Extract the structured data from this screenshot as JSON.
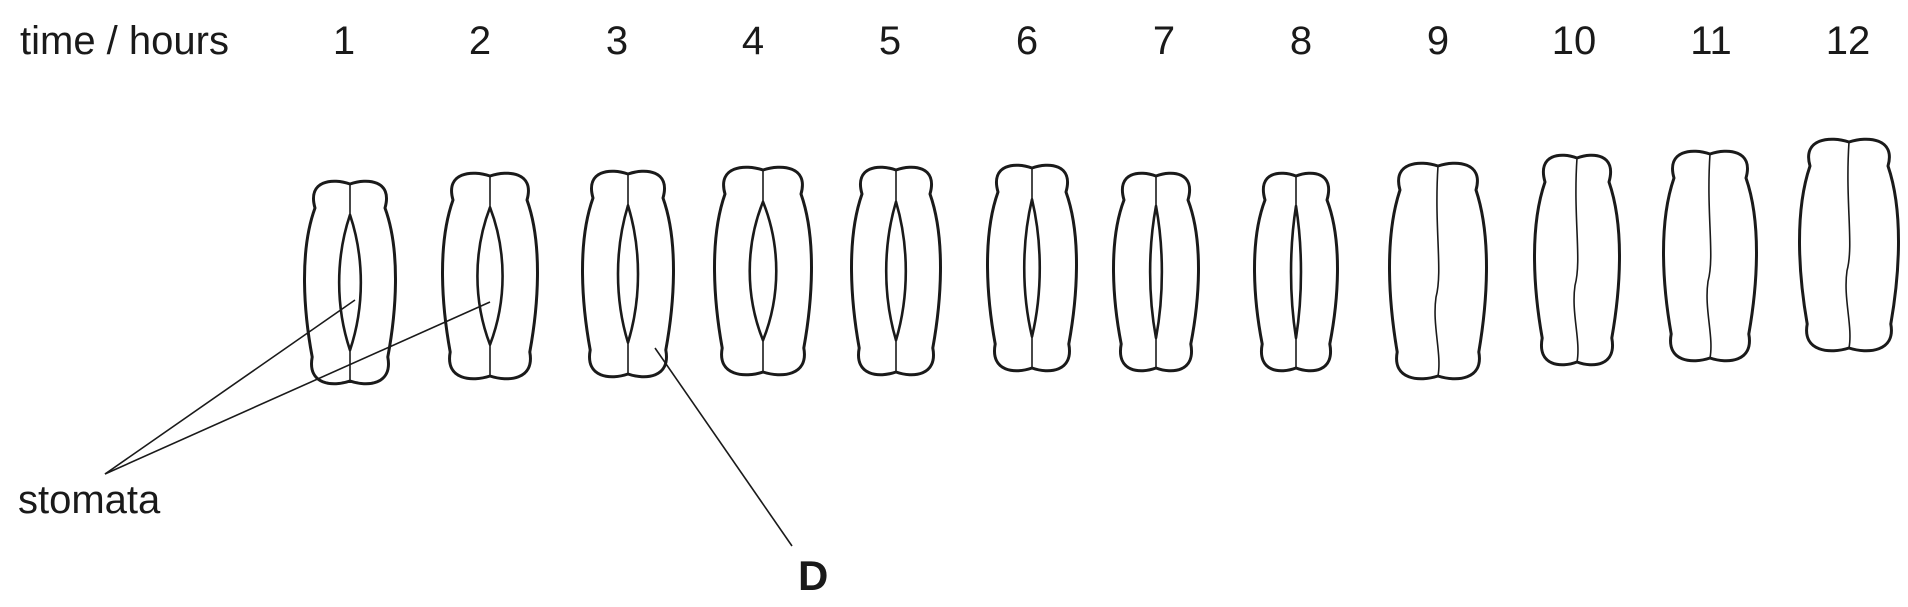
{
  "header": {
    "time_label": "time / hours",
    "hours": [
      "1",
      "2",
      "3",
      "4",
      "5",
      "6",
      "7",
      "8",
      "9",
      "10",
      "11",
      "12"
    ]
  },
  "labels": {
    "stomata": "stomata",
    "d": "D"
  },
  "stomata": [
    {
      "hour": 1,
      "opening": 0.52
    },
    {
      "hour": 2,
      "opening": 0.58
    },
    {
      "hour": 3,
      "opening": 0.48
    },
    {
      "hour": 4,
      "opening": 0.6
    },
    {
      "hour": 5,
      "opening": 0.48
    },
    {
      "hour": 6,
      "opening": 0.38
    },
    {
      "hour": 7,
      "opening": 0.3
    },
    {
      "hour": 8,
      "opening": 0.26
    },
    {
      "hour": 9,
      "opening": 0
    },
    {
      "hour": 10,
      "opening": 0
    },
    {
      "hour": 11,
      "opening": 0
    },
    {
      "hour": 12,
      "opening": 0
    }
  ]
}
